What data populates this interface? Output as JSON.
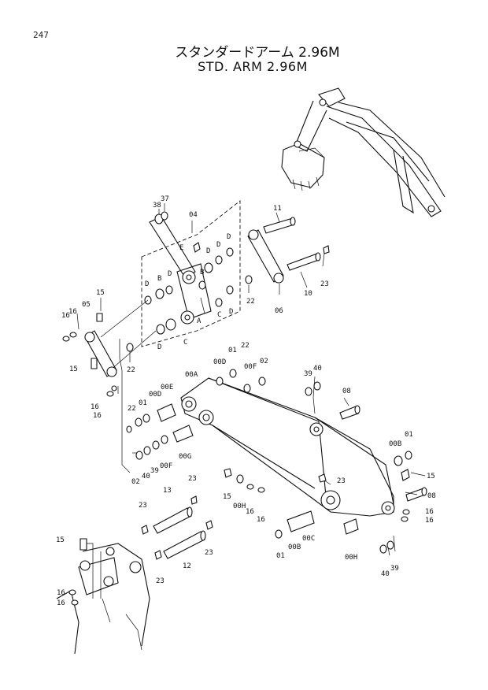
{
  "page": {
    "number": "247"
  },
  "title": {
    "japanese": "スタンダードアーム 2.96M",
    "english": "STD. ARM 2.96M"
  },
  "callouts": [
    {
      "id": "c38",
      "text": "38"
    },
    {
      "id": "c37",
      "text": "37"
    },
    {
      "id": "c04",
      "text": "04"
    },
    {
      "id": "c11",
      "text": "11"
    },
    {
      "id": "cE",
      "text": "E"
    },
    {
      "id": "cD1",
      "text": "D"
    },
    {
      "id": "cD2",
      "text": "D"
    },
    {
      "id": "cD3",
      "text": "D"
    },
    {
      "id": "cB1",
      "text": "B"
    },
    {
      "id": "cD4",
      "text": "D"
    },
    {
      "id": "cB2",
      "text": "B"
    },
    {
      "id": "cD5",
      "text": "D"
    },
    {
      "id": "c05",
      "text": "05"
    },
    {
      "id": "c15a",
      "text": "15"
    },
    {
      "id": "c16a",
      "text": "16"
    },
    {
      "id": "c16b",
      "text": "16"
    },
    {
      "id": "cC1",
      "text": "C"
    },
    {
      "id": "cD6",
      "text": "D"
    },
    {
      "id": "c22a",
      "text": "22"
    },
    {
      "id": "c23a",
      "text": "23"
    },
    {
      "id": "c10",
      "text": "10"
    },
    {
      "id": "c06",
      "text": "06"
    },
    {
      "id": "cA",
      "text": "A"
    },
    {
      "id": "cC2",
      "text": "C"
    },
    {
      "id": "cD7",
      "text": "D"
    },
    {
      "id": "c22b",
      "text": "22"
    },
    {
      "id": "c00D1",
      "text": "00D"
    },
    {
      "id": "c01a",
      "text": "01"
    },
    {
      "id": "c22c",
      "text": "22"
    },
    {
      "id": "c00F1",
      "text": "00F"
    },
    {
      "id": "c02a",
      "text": "02"
    },
    {
      "id": "c15b",
      "text": "15"
    },
    {
      "id": "c00A",
      "text": "00A"
    },
    {
      "id": "c39a",
      "text": "39"
    },
    {
      "id": "c40a",
      "text": "40"
    },
    {
      "id": "c16c",
      "text": "16"
    },
    {
      "id": "c16d",
      "text": "16"
    },
    {
      "id": "c22d",
      "text": "22"
    },
    {
      "id": "c01b",
      "text": "01"
    },
    {
      "id": "c00D2",
      "text": "00D"
    },
    {
      "id": "c00E",
      "text": "00E"
    },
    {
      "id": "c08a",
      "text": "08"
    },
    {
      "id": "c00G",
      "text": "00G"
    },
    {
      "id": "c02b",
      "text": "02"
    },
    {
      "id": "c40b",
      "text": "40"
    },
    {
      "id": "c39b",
      "text": "39"
    },
    {
      "id": "c00F2",
      "text": "00F"
    },
    {
      "id": "c01c",
      "text": "01"
    },
    {
      "id": "c00B1",
      "text": "00B"
    },
    {
      "id": "c23b",
      "text": "23"
    },
    {
      "id": "c15c",
      "text": "15"
    },
    {
      "id": "c23c",
      "text": "23"
    },
    {
      "id": "c15d",
      "text": "15"
    },
    {
      "id": "c00H1",
      "text": "00H"
    },
    {
      "id": "c16e",
      "text": "16"
    },
    {
      "id": "c16f",
      "text": "16"
    },
    {
      "id": "c08b",
      "text": "08"
    },
    {
      "id": "c13",
      "text": "13"
    },
    {
      "id": "c23d",
      "text": "23"
    },
    {
      "id": "c16g",
      "text": "16"
    },
    {
      "id": "c16h",
      "text": "16"
    },
    {
      "id": "c01d",
      "text": "01"
    },
    {
      "id": "c00B2",
      "text": "00B"
    },
    {
      "id": "c00C",
      "text": "00C"
    },
    {
      "id": "c00H2",
      "text": "00H"
    },
    {
      "id": "c15e",
      "text": "15"
    },
    {
      "id": "c23e",
      "text": "23"
    },
    {
      "id": "c12",
      "text": "12"
    },
    {
      "id": "c23f",
      "text": "23"
    },
    {
      "id": "c40c",
      "text": "40"
    },
    {
      "id": "c39c",
      "text": "39"
    },
    {
      "id": "c16i",
      "text": "16"
    },
    {
      "id": "c16j",
      "text": "16"
    }
  ]
}
